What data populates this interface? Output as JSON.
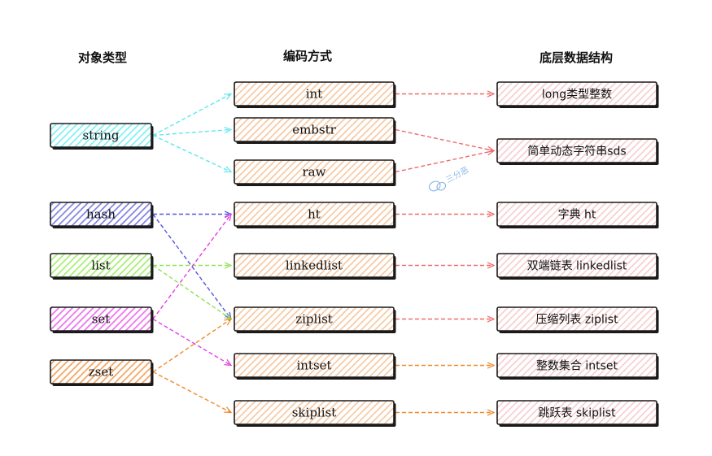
{
  "headers": {
    "object_types": "对象类型",
    "encodings": "编码方式",
    "data_structures": "底层数据结构"
  },
  "watermark": "三分恶",
  "colors": {
    "cyan": "#7ff0f0",
    "blue": "#7f7fe6",
    "green": "#a6ef70",
    "magenta": "#ee70ee",
    "orange": "#f4a35c",
    "peach": "#f6c9a3",
    "pink": "#f7cfcf",
    "red_arrow": "#ef6a6a",
    "cyan_arrow": "#5ee8ee",
    "blue_arrow": "#5555dd",
    "green_arrow": "#8fe255",
    "magenta_arrow": "#e040e0",
    "orange_arrow": "#f08a2a"
  },
  "objects": [
    {
      "id": "string",
      "label": "string",
      "color": "cyan"
    },
    {
      "id": "hash",
      "label": "hash",
      "color": "blue"
    },
    {
      "id": "list",
      "label": "list",
      "color": "green"
    },
    {
      "id": "set",
      "label": "set",
      "color": "magenta"
    },
    {
      "id": "zset",
      "label": "zset",
      "color": "orange"
    }
  ],
  "encodings": [
    {
      "id": "int",
      "label": "int"
    },
    {
      "id": "embstr",
      "label": "embstr"
    },
    {
      "id": "raw",
      "label": "raw"
    },
    {
      "id": "ht",
      "label": "ht"
    },
    {
      "id": "linkedlist",
      "label": "linkedlist"
    },
    {
      "id": "ziplist",
      "label": "ziplist"
    },
    {
      "id": "intset",
      "label": "intset"
    },
    {
      "id": "skiplist",
      "label": "skiplist"
    }
  ],
  "structures": [
    {
      "id": "long",
      "label": "long类型整数"
    },
    {
      "id": "sds",
      "label": "简单动态字符串sds"
    },
    {
      "id": "dict",
      "label": "字典 ht"
    },
    {
      "id": "dlist",
      "label": "双端链表 linkedlist"
    },
    {
      "id": "zl",
      "label": "压缩列表 ziplist"
    },
    {
      "id": "is",
      "label": "整数集合 intset"
    },
    {
      "id": "sl",
      "label": "跳跃表 skiplist"
    }
  ],
  "edges": [
    {
      "from": "string",
      "to": "int",
      "color": "cyan_arrow"
    },
    {
      "from": "string",
      "to": "embstr",
      "color": "cyan_arrow"
    },
    {
      "from": "string",
      "to": "raw",
      "color": "cyan_arrow"
    },
    {
      "from": "hash",
      "to": "ht",
      "color": "blue_arrow"
    },
    {
      "from": "hash",
      "to": "ziplist",
      "color": "blue_arrow"
    },
    {
      "from": "list",
      "to": "linkedlist",
      "color": "green_arrow"
    },
    {
      "from": "list",
      "to": "ziplist",
      "color": "green_arrow"
    },
    {
      "from": "set",
      "to": "ht",
      "color": "magenta_arrow"
    },
    {
      "from": "set",
      "to": "intset",
      "color": "magenta_arrow"
    },
    {
      "from": "zset",
      "to": "ziplist",
      "color": "orange_arrow"
    },
    {
      "from": "zset",
      "to": "skiplist",
      "color": "orange_arrow"
    },
    {
      "from": "int",
      "to": "long",
      "color": "red_arrow"
    },
    {
      "from": "embstr",
      "to": "sds",
      "color": "red_arrow"
    },
    {
      "from": "raw",
      "to": "sds",
      "color": "red_arrow"
    },
    {
      "from": "ht",
      "to": "dict",
      "color": "red_arrow"
    },
    {
      "from": "linkedlist",
      "to": "dlist",
      "color": "red_arrow"
    },
    {
      "from": "ziplist",
      "to": "zl",
      "color": "red_arrow"
    },
    {
      "from": "intset",
      "to": "is",
      "color": "orange_arrow"
    },
    {
      "from": "skiplist",
      "to": "sl",
      "color": "orange_arrow"
    }
  ]
}
